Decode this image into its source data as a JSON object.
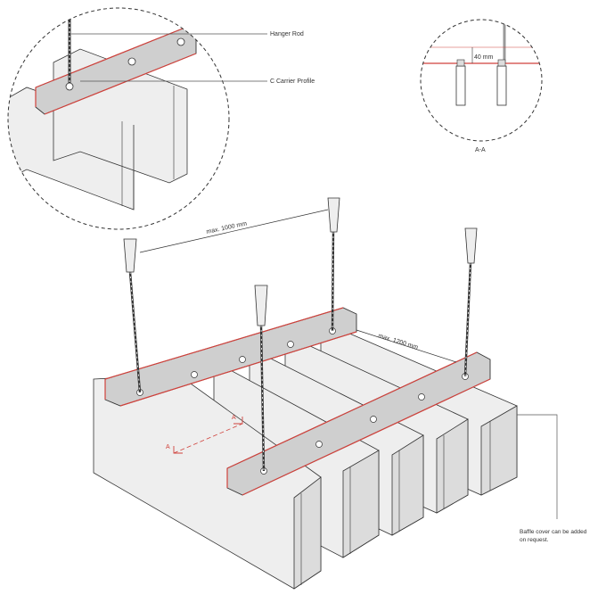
{
  "labels": {
    "hanger_rod": "Hanger Rod",
    "c_carrier_profile": "C Carrier Profile",
    "section_dim": "40 mm",
    "section_title": "A-A",
    "max_1000": "max. 1000 mm",
    "max_1200": "max. 1200 mm",
    "section_marker_a1": "A",
    "section_marker_a2": "A",
    "baffle_note_line1": "Baffle cover can be added",
    "baffle_note_line2": "on request."
  },
  "colors": {
    "line": "#333333",
    "baffle_fill": "#eeeeee",
    "baffle_dark": "#dcdcdc",
    "carrier_fill": "#cfcfcf",
    "accent_red": "#d0423c",
    "leader": "#555555"
  }
}
